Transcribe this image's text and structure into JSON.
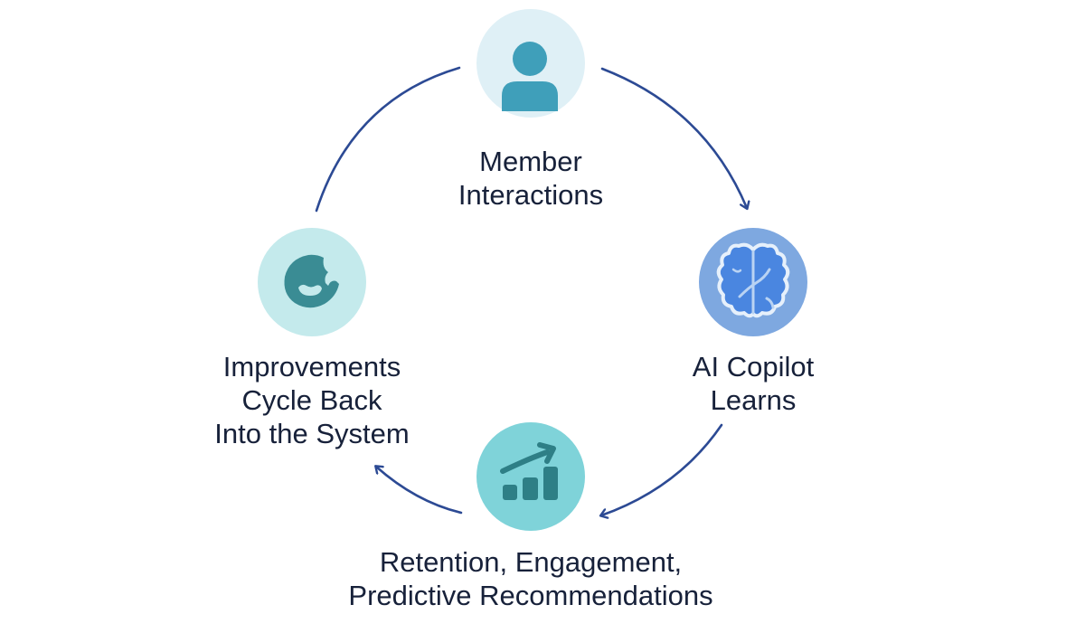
{
  "diagram": {
    "type": "cycle",
    "direction": "clockwise",
    "arrow_color": "#2c4a94",
    "text_color": "#17213a",
    "nodes": [
      {
        "id": "member-interactions",
        "position": "top",
        "icon": "user-icon",
        "circle_color": "#dff0f6",
        "icon_color": "#3f9fba",
        "lines": [
          "Member",
          "Interactions"
        ]
      },
      {
        "id": "ai-copilot-learns",
        "position": "right",
        "icon": "brain-icon",
        "circle_color": "#7ea8e0",
        "icon_color": "#4a86e0",
        "lines": [
          "AI Copilot",
          "Learns"
        ]
      },
      {
        "id": "retention-engagement",
        "position": "bottom",
        "icon": "growth-chart-icon",
        "circle_color": "#7fd3d9",
        "icon_color": "#2e7f86",
        "lines": [
          "Retention, Engagement,",
          "Predictive Recommendations"
        ]
      },
      {
        "id": "improvements-cycle-back",
        "position": "left",
        "icon": "cycle-feedback-icon",
        "circle_color": "#c4eaec",
        "icon_color": "#3a8c94",
        "lines": [
          "Improvements",
          "Cycle Back",
          "Into the System"
        ]
      }
    ],
    "edges": [
      {
        "from": "member-interactions",
        "to": "ai-copilot-learns",
        "arrowhead": true
      },
      {
        "from": "ai-copilot-learns",
        "to": "retention-engagement",
        "arrowhead": true
      },
      {
        "from": "retention-engagement",
        "to": "improvements-cycle-back",
        "arrowhead": true
      },
      {
        "from": "improvements-cycle-back",
        "to": "member-interactions",
        "arrowhead": false
      }
    ]
  }
}
